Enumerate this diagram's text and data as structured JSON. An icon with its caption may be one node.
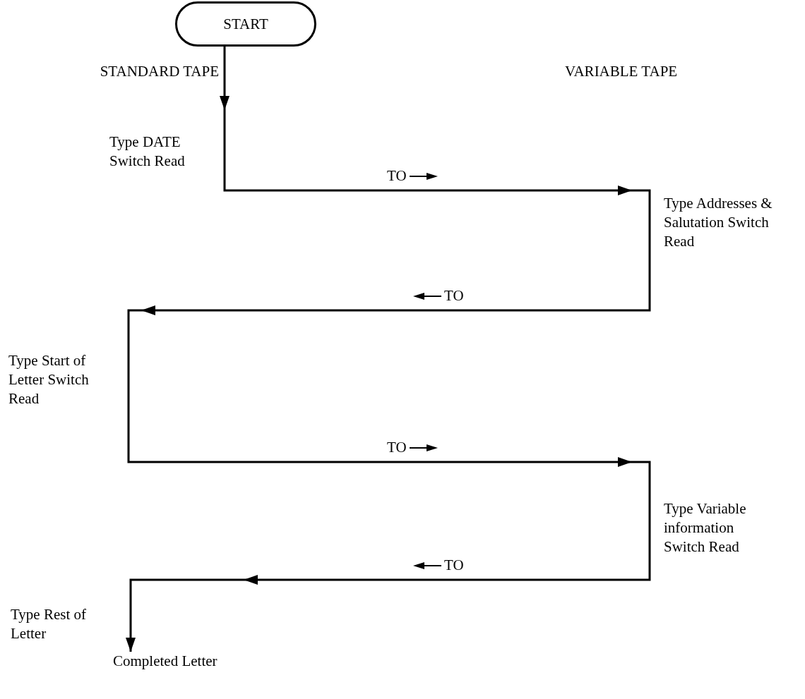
{
  "diagram": {
    "nodes": [
      {
        "text": [
          "START"
        ]
      },
      {
        "text": [
          "Completed Letter"
        ]
      }
    ],
    "edges": [
      {
        "from": 0,
        "to": 1,
        "arrow": "to"
      }
    ],
    "labels": [
      "STANDARD TAPE",
      "VARIABLE TAPE",
      "Type DATE Switch Read",
      "TO",
      "Type Addresses & Salutation Switch Read",
      "TO",
      "Type Start of Letter Switch Read",
      "TO",
      "Type Variable information Switch Read",
      "TO",
      "Type Rest of Letter"
    ]
  }
}
